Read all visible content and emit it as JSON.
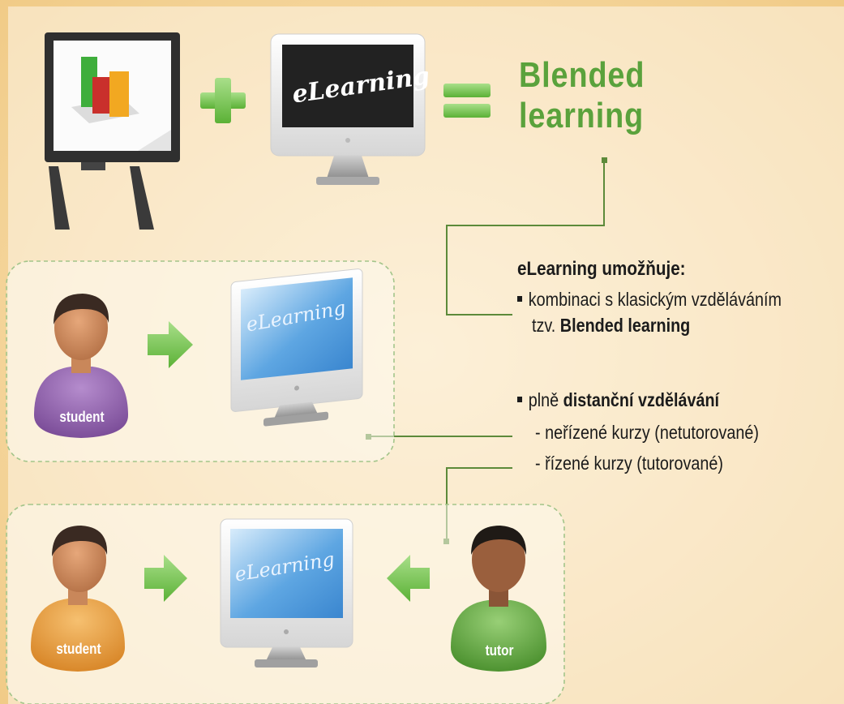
{
  "equation": {
    "plus_symbol": "+",
    "equals_symbol": "=",
    "monitor_screen_text": "eLearning",
    "result_title": [
      "Blended",
      "learning"
    ]
  },
  "feature_panel": {
    "heading": "eLearning umožňuje:",
    "item_blended_line1": "kombinaci s klasickým vzděláváním",
    "item_blended_line2_prefix": "tzv.",
    "item_blended_line2_bold": "Blended learning",
    "item_distance_prefix": "plně",
    "item_distance_bold": "distanční vzdělávání",
    "sub_untutored": "- neřízené kurzy (netutorované)",
    "sub_tutored": "- řízené kurzy (tutorované)"
  },
  "scenario_self": {
    "person_label": "student",
    "monitor_screen_text": "eLearning"
  },
  "scenario_tutored": {
    "student_label": "student",
    "monitor_screen_text": "eLearning",
    "tutor_label": "tutor"
  },
  "colors": {
    "background": "#f3d29a",
    "accent_green": "#5aa23c",
    "connector": "#5c8a3a",
    "student1_shirt": "#9a6bb4",
    "student2_shirt": "#e8a040",
    "tutor_shirt": "#6aa646"
  },
  "icons": [
    "presentation-easel-icon",
    "bar-chart-icon",
    "plus-icon",
    "monitor-icon",
    "equals-icon",
    "person-icon",
    "arrow-right-icon",
    "arrow-left-icon"
  ]
}
